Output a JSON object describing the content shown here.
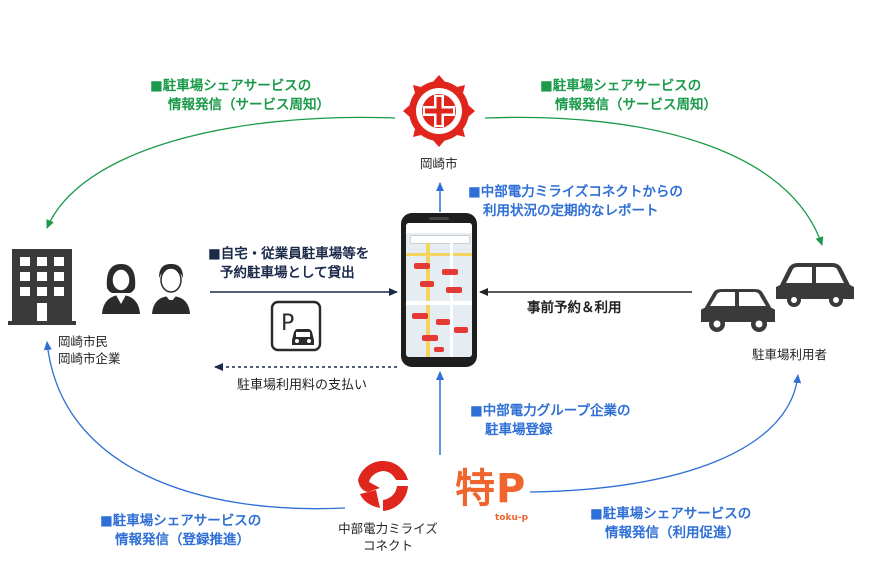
{
  "labels": {
    "top_left_line1": "■駐車場シェアサービスの",
    "top_left_line2": "情報発信（サービス周知）",
    "top_right_line1": "■駐車場シェアサービスの",
    "top_right_line2": "情報発信（サービス周知）",
    "report_line1": "■中部電力ミライズコネクトからの",
    "report_line2": "利用状況の定期的なレポート",
    "lend_line1": "■自宅・従業員駐車場等を",
    "lend_line2": "予約駐車場として貸出",
    "reserve": "事前予約＆利用",
    "payment": "駐車場利用料の支払い",
    "group_line1": "■中部電力グループ企業の",
    "group_line2": "駐車場登録",
    "bottom_left_line1": "■駐車場シェアサービスの",
    "bottom_left_line2": "情報発信（登録推進）",
    "bottom_right_line1": "■駐車場シェアサービスの",
    "bottom_right_line2": "情報発信（利用促進）"
  },
  "nodes": {
    "city": "岡崎市",
    "citizens_line1": "岡崎市民",
    "citizens_line2": "岡崎市企業",
    "users": "駐車場利用者",
    "company_line1": "中部電力ミライズ",
    "company_line2": "コネクト",
    "tokup_logo": "特P",
    "tokup_sub": "toku-p",
    "parking_sign": "P"
  },
  "colors": {
    "green": "#1a9a4a",
    "blue": "#2f6fd6",
    "navy": "#1c2a4a",
    "red": "#e0261c",
    "tokup_orange": "#f0642e"
  },
  "icons": [
    "office-building-icon",
    "woman-icon",
    "man-icon",
    "city-emblem-icon",
    "smartphone-icon",
    "parking-car-icon",
    "car-icon",
    "company-logo-icon"
  ]
}
